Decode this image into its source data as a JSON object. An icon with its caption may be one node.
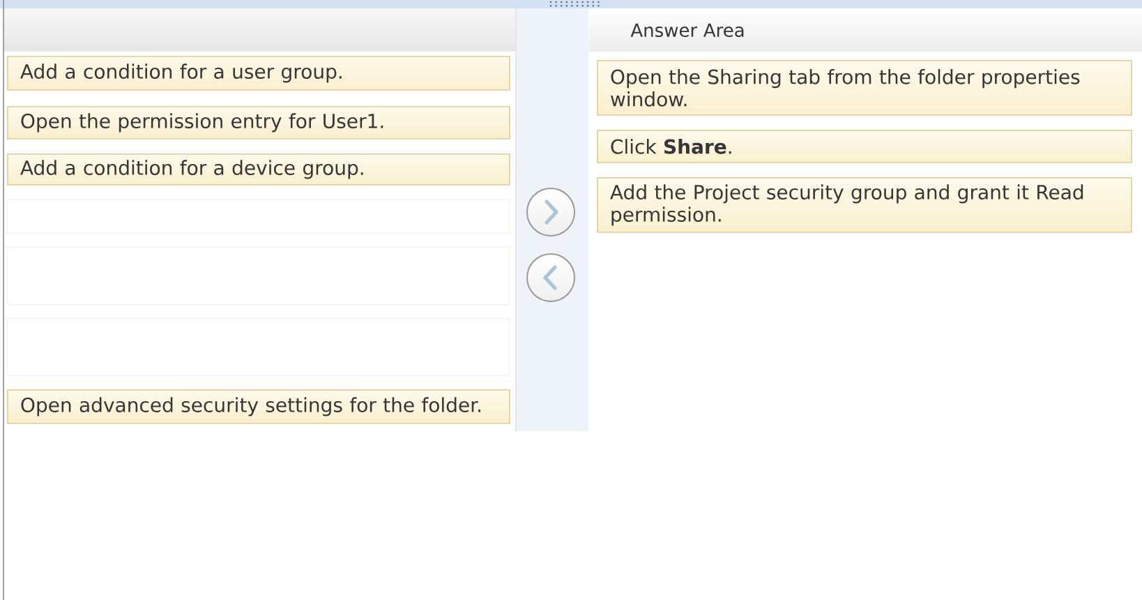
{
  "diagram": {
    "nodes": [
      {
        "text": [
          "Add a condition for a user group."
        ]
      },
      {
        "text": [
          "Open the permission entry for User1."
        ]
      },
      {
        "text": [
          "Add a condition for a device group."
        ]
      },
      {
        "text": [],
        "shape": "box"
      },
      {
        "text": [],
        "shape": "box"
      },
      {
        "text": [],
        "shape": "box"
      },
      {
        "text": [
          "Open advanced security settings for the folder."
        ]
      },
      {
        "text": [
          "Answer Area"
        ]
      },
      {
        "text": [
          "Open the Sharing tab from the folder properties window."
        ]
      },
      {
        "text": [
          "Click **Share**."
        ]
      },
      {
        "text": [
          "Add the Project security group and grant it Read permission."
        ]
      }
    ]
  }
}
